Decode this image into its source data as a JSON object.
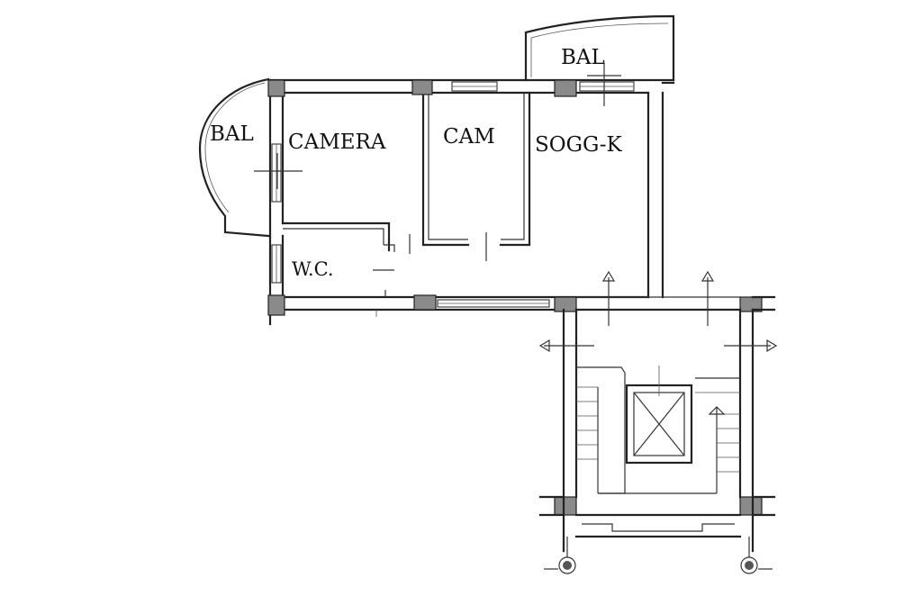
{
  "rooms": {
    "bal_left": "BAL",
    "camera": "CAMERA",
    "cam": "CAM",
    "sogg_k": "SOGG-K",
    "bal_top": "BAL",
    "wc": "W.C."
  },
  "colors": {
    "ink": "#222222",
    "column_fill": "#8a8a8a",
    "background": "#ffffff"
  }
}
